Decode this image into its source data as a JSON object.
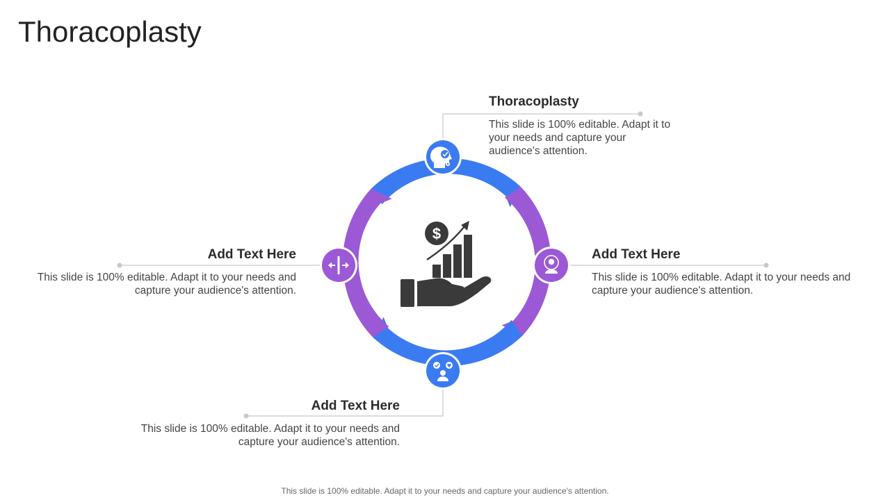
{
  "page": {
    "title": "Thoracoplasty",
    "footer": "This slide is 100% editable. Adapt it to your needs and capture your audience's attention."
  },
  "diagram": {
    "center_icon": "hand-growth-chart-dollar-icon",
    "nodes": [
      {
        "heading": "Thoracoplasty",
        "body": "This slide is 100% editable. Adapt it to your needs and capture your audience's attention.",
        "icon": "head-gear-check-icon",
        "color": "#3B7BF2"
      },
      {
        "heading": "Add Text Here",
        "body": "This slide is 100% editable. Adapt it to your needs and capture your audience's attention.",
        "icon": "person-target-icon",
        "color": "#9B59D6"
      },
      {
        "heading": "Add Text Here",
        "body": "This slide is 100% editable. Adapt it to your needs and capture your audience's attention.",
        "icon": "person-feedback-icon",
        "color": "#3B7BF2"
      },
      {
        "heading": "Add Text Here",
        "body": "This slide is 100% editable. Adapt it to your needs and capture your audience's attention.",
        "icon": "split-arrows-icon",
        "color": "#9B59D6"
      }
    ],
    "colors": {
      "blue": "#3B7BF2",
      "purple": "#9B59D6",
      "connector": "#C8C8C8",
      "icon_dark": "#3A3A3A"
    }
  }
}
